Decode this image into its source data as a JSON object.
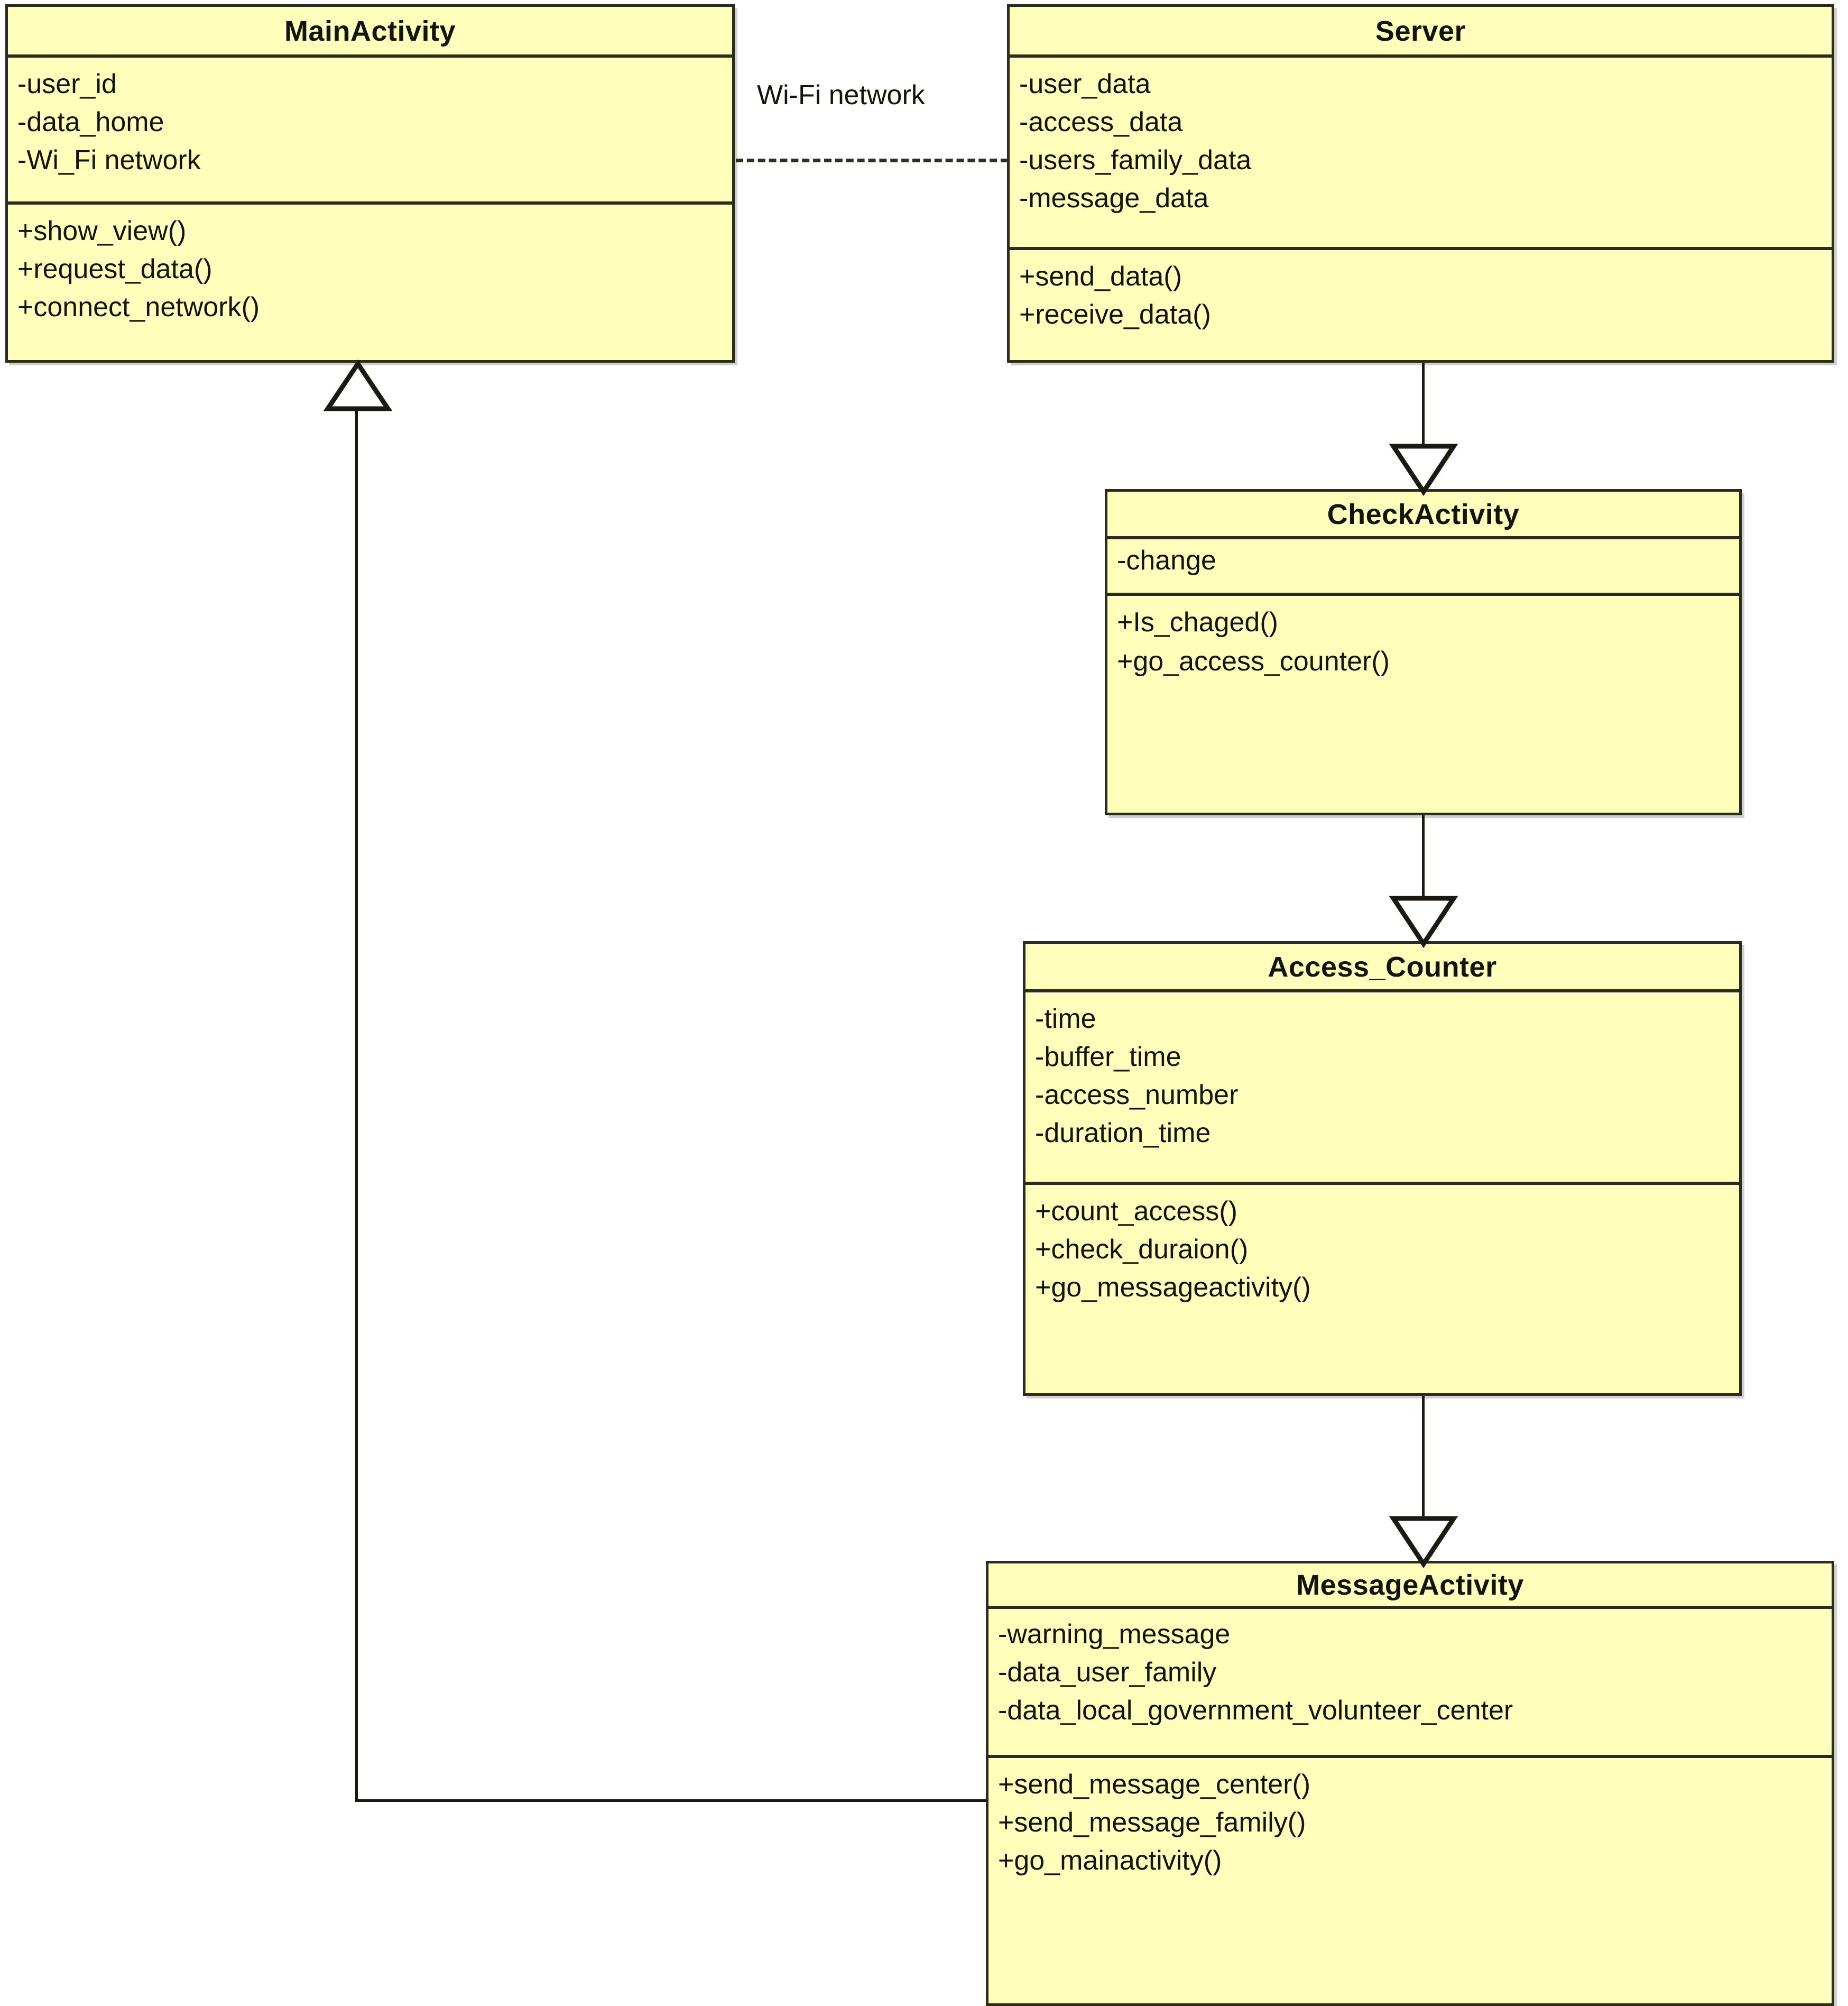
{
  "diagram": {
    "type": "uml-class-diagram",
    "background_color": "#ffffff",
    "class_fill_color": "#ffffbc",
    "class_border_color": "#2b2b22",
    "text_color": "#14140c"
  },
  "classes": {
    "main_activity": {
      "name": "MainActivity",
      "attributes": [
        "-user_id",
        "-data_home",
        "-Wi_Fi network"
      ],
      "methods": [
        "+show_view()",
        "+request_data()",
        "+connect_network()"
      ]
    },
    "server": {
      "name": "Server",
      "attributes": [
        "-user_data",
        "-access_data",
        "-users_family_data",
        "-message_data"
      ],
      "methods": [
        "+send_data()",
        "+receive_data()"
      ]
    },
    "check_activity": {
      "name": "CheckActivity",
      "attributes": [
        "-change"
      ],
      "methods": [
        "+Is_chaged()",
        "+go_access_counter()"
      ]
    },
    "access_counter": {
      "name": "Access_Counter",
      "attributes": [
        "-time",
        "-buffer_time",
        "-access_number",
        "-duration_time"
      ],
      "methods": [
        "+count_access()",
        "+check_duraion()",
        "+go_messageactivity()"
      ]
    },
    "message_activity": {
      "name": "MessageActivity",
      "attributes": [
        "-warning_message",
        "-data_user_family",
        "-data_local_government_volunteer_center"
      ],
      "methods": [
        "+send_message_center()",
        "+send_message_family()",
        "+go_mainactivity()"
      ]
    }
  },
  "connectors": {
    "wifi_link": {
      "label": "Wi-Fi network",
      "style": "dashed",
      "from": "MainActivity",
      "to": "Server"
    },
    "server_to_check": {
      "label": "",
      "style": "generalization",
      "from": "Server",
      "to": "CheckActivity"
    },
    "check_to_counter": {
      "label": "",
      "style": "generalization",
      "from": "CheckActivity",
      "to": "Access_Counter"
    },
    "counter_to_message": {
      "label": "",
      "style": "generalization",
      "from": "Access_Counter",
      "to": "MessageActivity"
    },
    "message_to_main": {
      "label": "",
      "style": "generalization",
      "from": "MessageActivity",
      "to": "MainActivity"
    }
  }
}
